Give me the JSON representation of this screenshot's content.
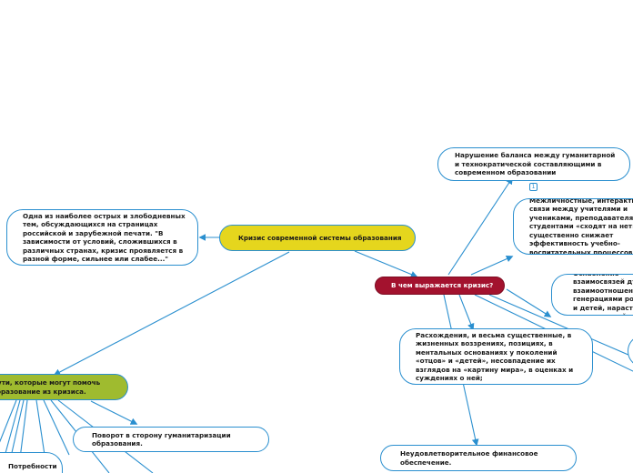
{
  "colors": {
    "link": "#2a8fcf",
    "outline": "#2a8fcf",
    "central_fill": "#e5d61d",
    "question_fill": "#a3122e",
    "ways_fill": "#9fbb2f"
  },
  "nodes": {
    "central": "Кризис современной системы образования",
    "context": "Одна из наиболее острых и злободневных тем, обсуждающихся на страницах российской и зарубежной печати. \"В зависимости от условий, сложившихся в различных странах, кризис проявляется в разной форме, сильнее или слабее...\"",
    "question": "В чем выражается кризис?",
    "balance": "Нарушение баланса между гуманитарной и технократической составляющими в современном образовании",
    "badge_count": "1",
    "relations": "Межличностные, интерактивные связи между учителями и учениками, преподавателями и студентами «сходят на нет», что существенно снижает эффективность учебно-воспитательных процессов.",
    "weakening": "Ослабление взаимосвязей духовных взаимоотношений между генерациями родителей и детей, нарастание противоречий",
    "differences": "Расхождения, и весьма существенные, в жизненных воззрениях, позициях, в ментальных основаниях у поколений «отцов» и «детей», несовпадение их взглядов на «картину мира», в оценках и суждениях о ней;",
    "finance": "Неудовлетворительное финансовое обеспечение.",
    "ways": "Пути, которые могут помочь образование из кризиса.",
    "humanization": "Поворот в сторону гуманитаризации образования.",
    "needs": "Потребности"
  }
}
